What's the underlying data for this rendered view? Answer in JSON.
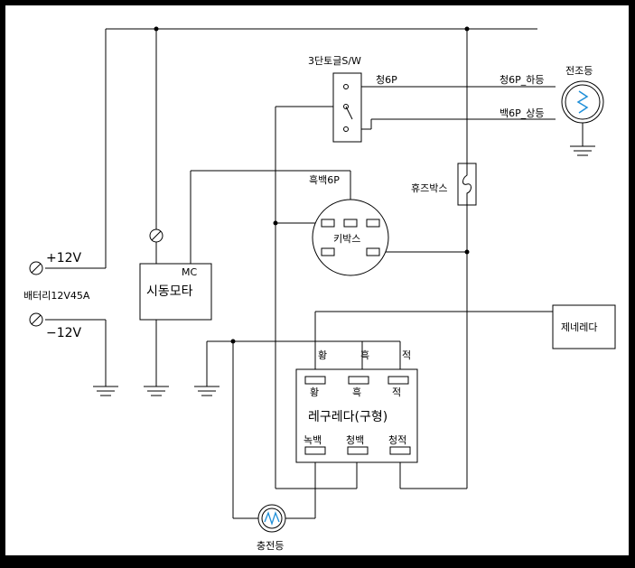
{
  "labels": {
    "switch_title": "3단토글S/W",
    "sw_blue": "청6P",
    "lamp_blue_low": "청6P_하등",
    "lamp_white_high": "백6P_상등",
    "headlamp": "전조등",
    "fuse_box": "휴즈박스",
    "black_white": "흑백6P",
    "key_box": "키박스",
    "plus12": "+12V",
    "battery": "배터리12V45A",
    "minus12": "−12V",
    "mc": "MC",
    "starter_motor": "시동모타",
    "generator": "제네레다",
    "reg_top_yellow": "황",
    "reg_top_black": "흑",
    "reg_top_red": "적",
    "reg_in_yellow": "황",
    "reg_in_black": "흑",
    "reg_in_red": "적",
    "regulator": "레구레다(구형)",
    "reg_green_white": "녹백",
    "reg_blue_white": "청백",
    "reg_blue_red": "청적",
    "charge_lamp": "충전등"
  },
  "colors": {
    "wire": "#000000",
    "lamp_filament": "#1f8fd8",
    "background": "#ffffff",
    "border": "#000000"
  }
}
